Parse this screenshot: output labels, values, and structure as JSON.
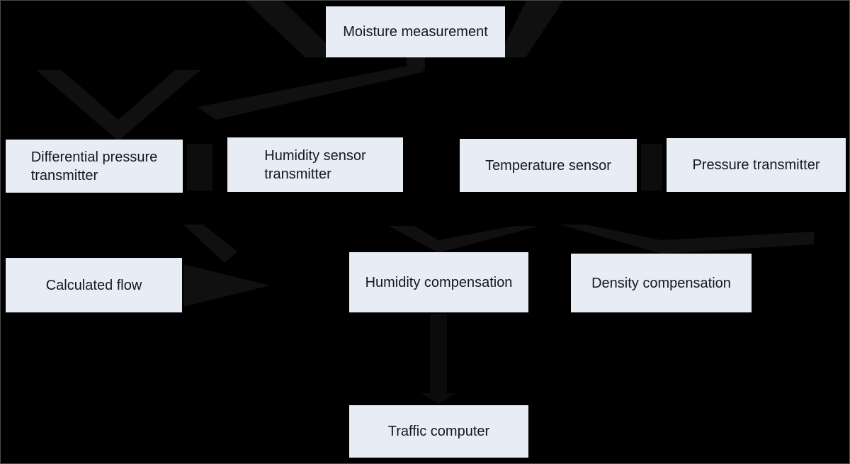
{
  "diagram": {
    "type": "flowchart",
    "colors": {
      "background": "#000000",
      "node_fill": "#e8ecf4",
      "node_text": "#15181c",
      "arrow": "#101010",
      "border": "#4a4a4a"
    },
    "nodes": [
      {
        "id": "moisture-measurement",
        "label": "Moisture measurement"
      },
      {
        "id": "differential-pressure-transmitter",
        "label": "Differential pressure\ntransmitter"
      },
      {
        "id": "humidity-sensor-transmitter",
        "label": "Humidity sensor\ntransmitter"
      },
      {
        "id": "temperature-sensor",
        "label": "Temperature sensor"
      },
      {
        "id": "pressure-transmitter",
        "label": "Pressure transmitter"
      },
      {
        "id": "calculated-flow",
        "label": "Calculated flow"
      },
      {
        "id": "humidity-compensation",
        "label": "Humidity compensation"
      },
      {
        "id": "density-compensation",
        "label": "Density compensation"
      },
      {
        "id": "traffic-computer",
        "label": "Traffic computer"
      }
    ],
    "edges": [
      {
        "from": "moisture-measurement",
        "to": "differential-pressure-transmitter"
      },
      {
        "from": "moisture-measurement",
        "to": "humidity-sensor-transmitter"
      },
      {
        "from": "humidity-sensor-transmitter",
        "to": "humidity-compensation"
      },
      {
        "from": "temperature-sensor",
        "to": "humidity-compensation"
      },
      {
        "from": "temperature-sensor",
        "to": "density-compensation"
      },
      {
        "from": "pressure-transmitter",
        "to": "density-compensation"
      },
      {
        "from": "differential-pressure-transmitter",
        "to": "calculated-flow"
      },
      {
        "from": "calculated-flow",
        "to": "humidity-compensation"
      },
      {
        "from": "humidity-compensation",
        "to": "traffic-computer"
      }
    ]
  }
}
